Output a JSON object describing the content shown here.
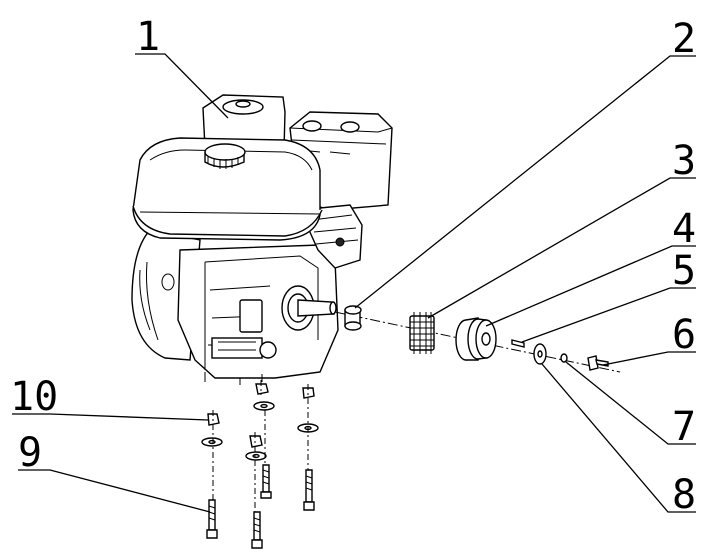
{
  "diagram": {
    "callouts": [
      {
        "id": "callout-1",
        "number": "1",
        "part": "engine"
      },
      {
        "id": "callout-2",
        "number": "2",
        "part": "spacer-sleeve"
      },
      {
        "id": "callout-3",
        "number": "3",
        "part": "sprocket-gear"
      },
      {
        "id": "callout-4",
        "number": "4",
        "part": "v-belt-pulley"
      },
      {
        "id": "callout-5",
        "number": "5",
        "part": "shaft-key"
      },
      {
        "id": "callout-6",
        "number": "6",
        "part": "bolt"
      },
      {
        "id": "callout-7",
        "number": "7",
        "part": "lock-washer"
      },
      {
        "id": "callout-8",
        "number": "8",
        "part": "flat-washer"
      },
      {
        "id": "callout-9",
        "number": "9",
        "part": "mounting-bolt"
      },
      {
        "id": "callout-10",
        "number": "10",
        "part": "nut-and-washer"
      }
    ]
  }
}
